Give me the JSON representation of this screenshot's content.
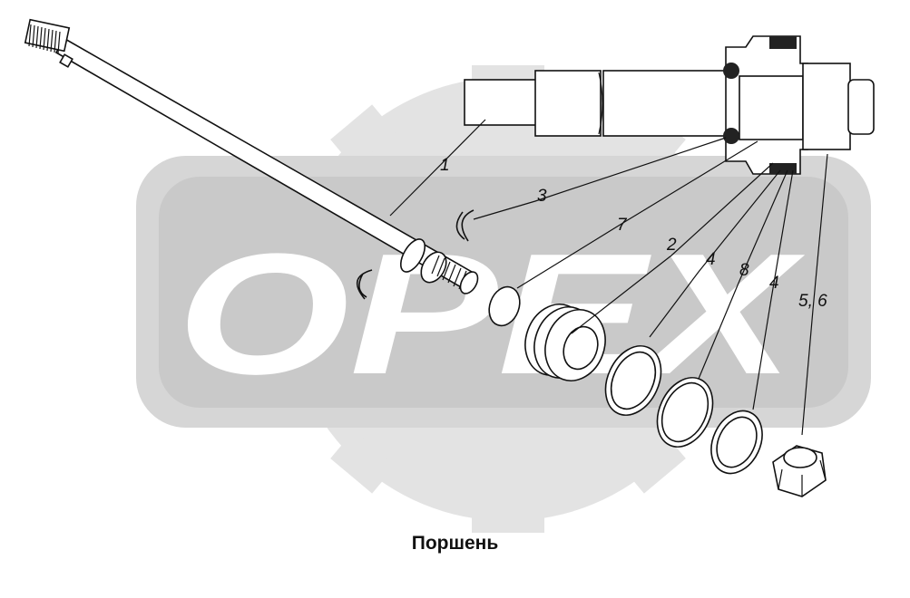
{
  "watermark": {
    "text": "OPEX",
    "color": "#d9d9d9"
  },
  "caption": "Поршень",
  "callouts": [
    {
      "id": "1",
      "label": "1"
    },
    {
      "id": "2",
      "label": "2"
    },
    {
      "id": "3",
      "label": "3"
    },
    {
      "id": "4a",
      "label": "4"
    },
    {
      "id": "4b",
      "label": "4"
    },
    {
      "id": "56",
      "label": "5, 6"
    },
    {
      "id": "7",
      "label": "7"
    },
    {
      "id": "8",
      "label": "8"
    }
  ]
}
